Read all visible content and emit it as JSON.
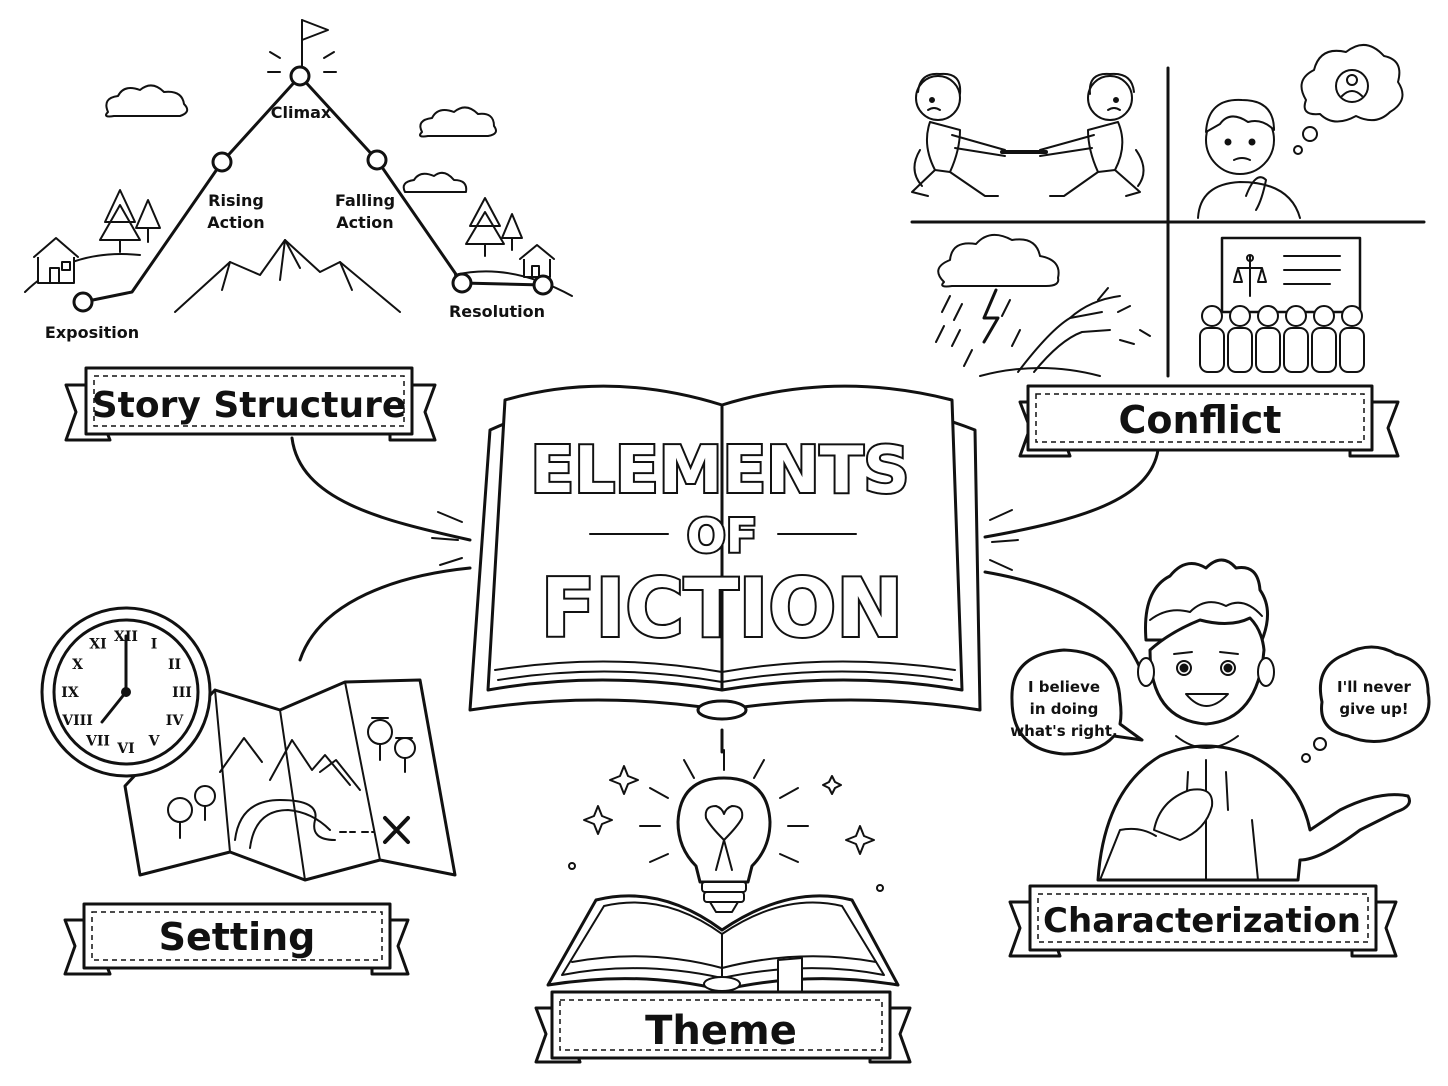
{
  "title": {
    "line1": "ELEMENTS",
    "line2": "OF",
    "line3": "FICTION"
  },
  "sections": {
    "story_structure": {
      "label": "Story Structure",
      "plot_points": {
        "exposition": "Exposition",
        "rising_action": [
          "Rising",
          "Action"
        ],
        "climax": "Climax",
        "falling_action": [
          "Falling",
          "Action"
        ],
        "resolution": "Resolution"
      }
    },
    "conflict": {
      "label": "Conflict"
    },
    "setting": {
      "label": "Setting",
      "clock_numerals": [
        "XII",
        "I",
        "II",
        "III",
        "IV",
        "V",
        "VI",
        "VII",
        "VIII",
        "IX",
        "X",
        "XI"
      ]
    },
    "theme": {
      "label": "Theme"
    },
    "characterization": {
      "label": "Characterization",
      "speech_left": [
        "I believe",
        "in doing",
        "what's right."
      ],
      "speech_right": [
        "I'll never",
        "give up!"
      ]
    }
  },
  "icons": [
    "mountain-plot-icon",
    "tug-of-war-icon",
    "thinking-person-icon",
    "storm-icon",
    "crowd-society-icon",
    "clock-icon",
    "treasure-map-icon",
    "lightbulb-heart-icon",
    "open-book-icon",
    "character-boy-icon"
  ]
}
